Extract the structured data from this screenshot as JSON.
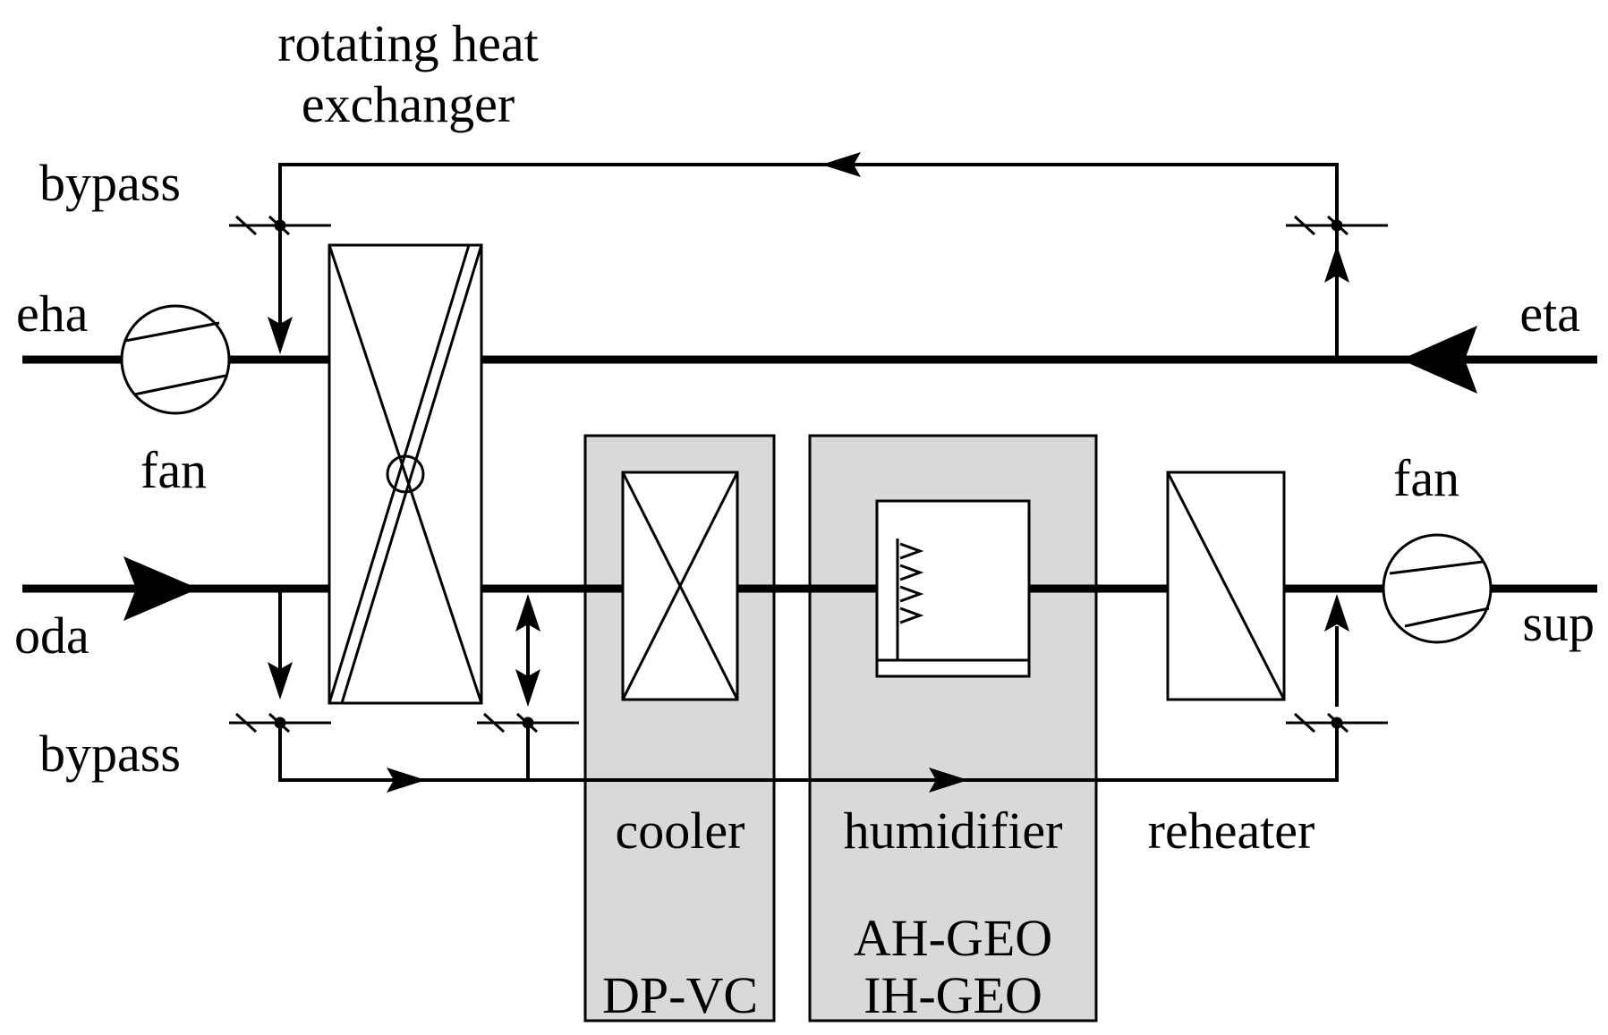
{
  "title": {
    "line1": "rotating heat",
    "line2": "exchanger"
  },
  "streams": {
    "eha": "eha",
    "eta": "eta",
    "oda": "oda",
    "sup": "sup"
  },
  "labels": {
    "bypass_top": "bypass",
    "bypass_bottom": "bypass",
    "fan_left": "fan",
    "fan_right": "fan",
    "cooler": "cooler",
    "humidifier": "humidifier",
    "reheater": "reheater",
    "dp_vc": "DP-VC",
    "ah_geo": "AH-GEO",
    "ih_geo": "IH-GEO"
  },
  "colors": {
    "line": "#000000",
    "module_fill": "#d9d9d9",
    "background": "#ffffff"
  }
}
